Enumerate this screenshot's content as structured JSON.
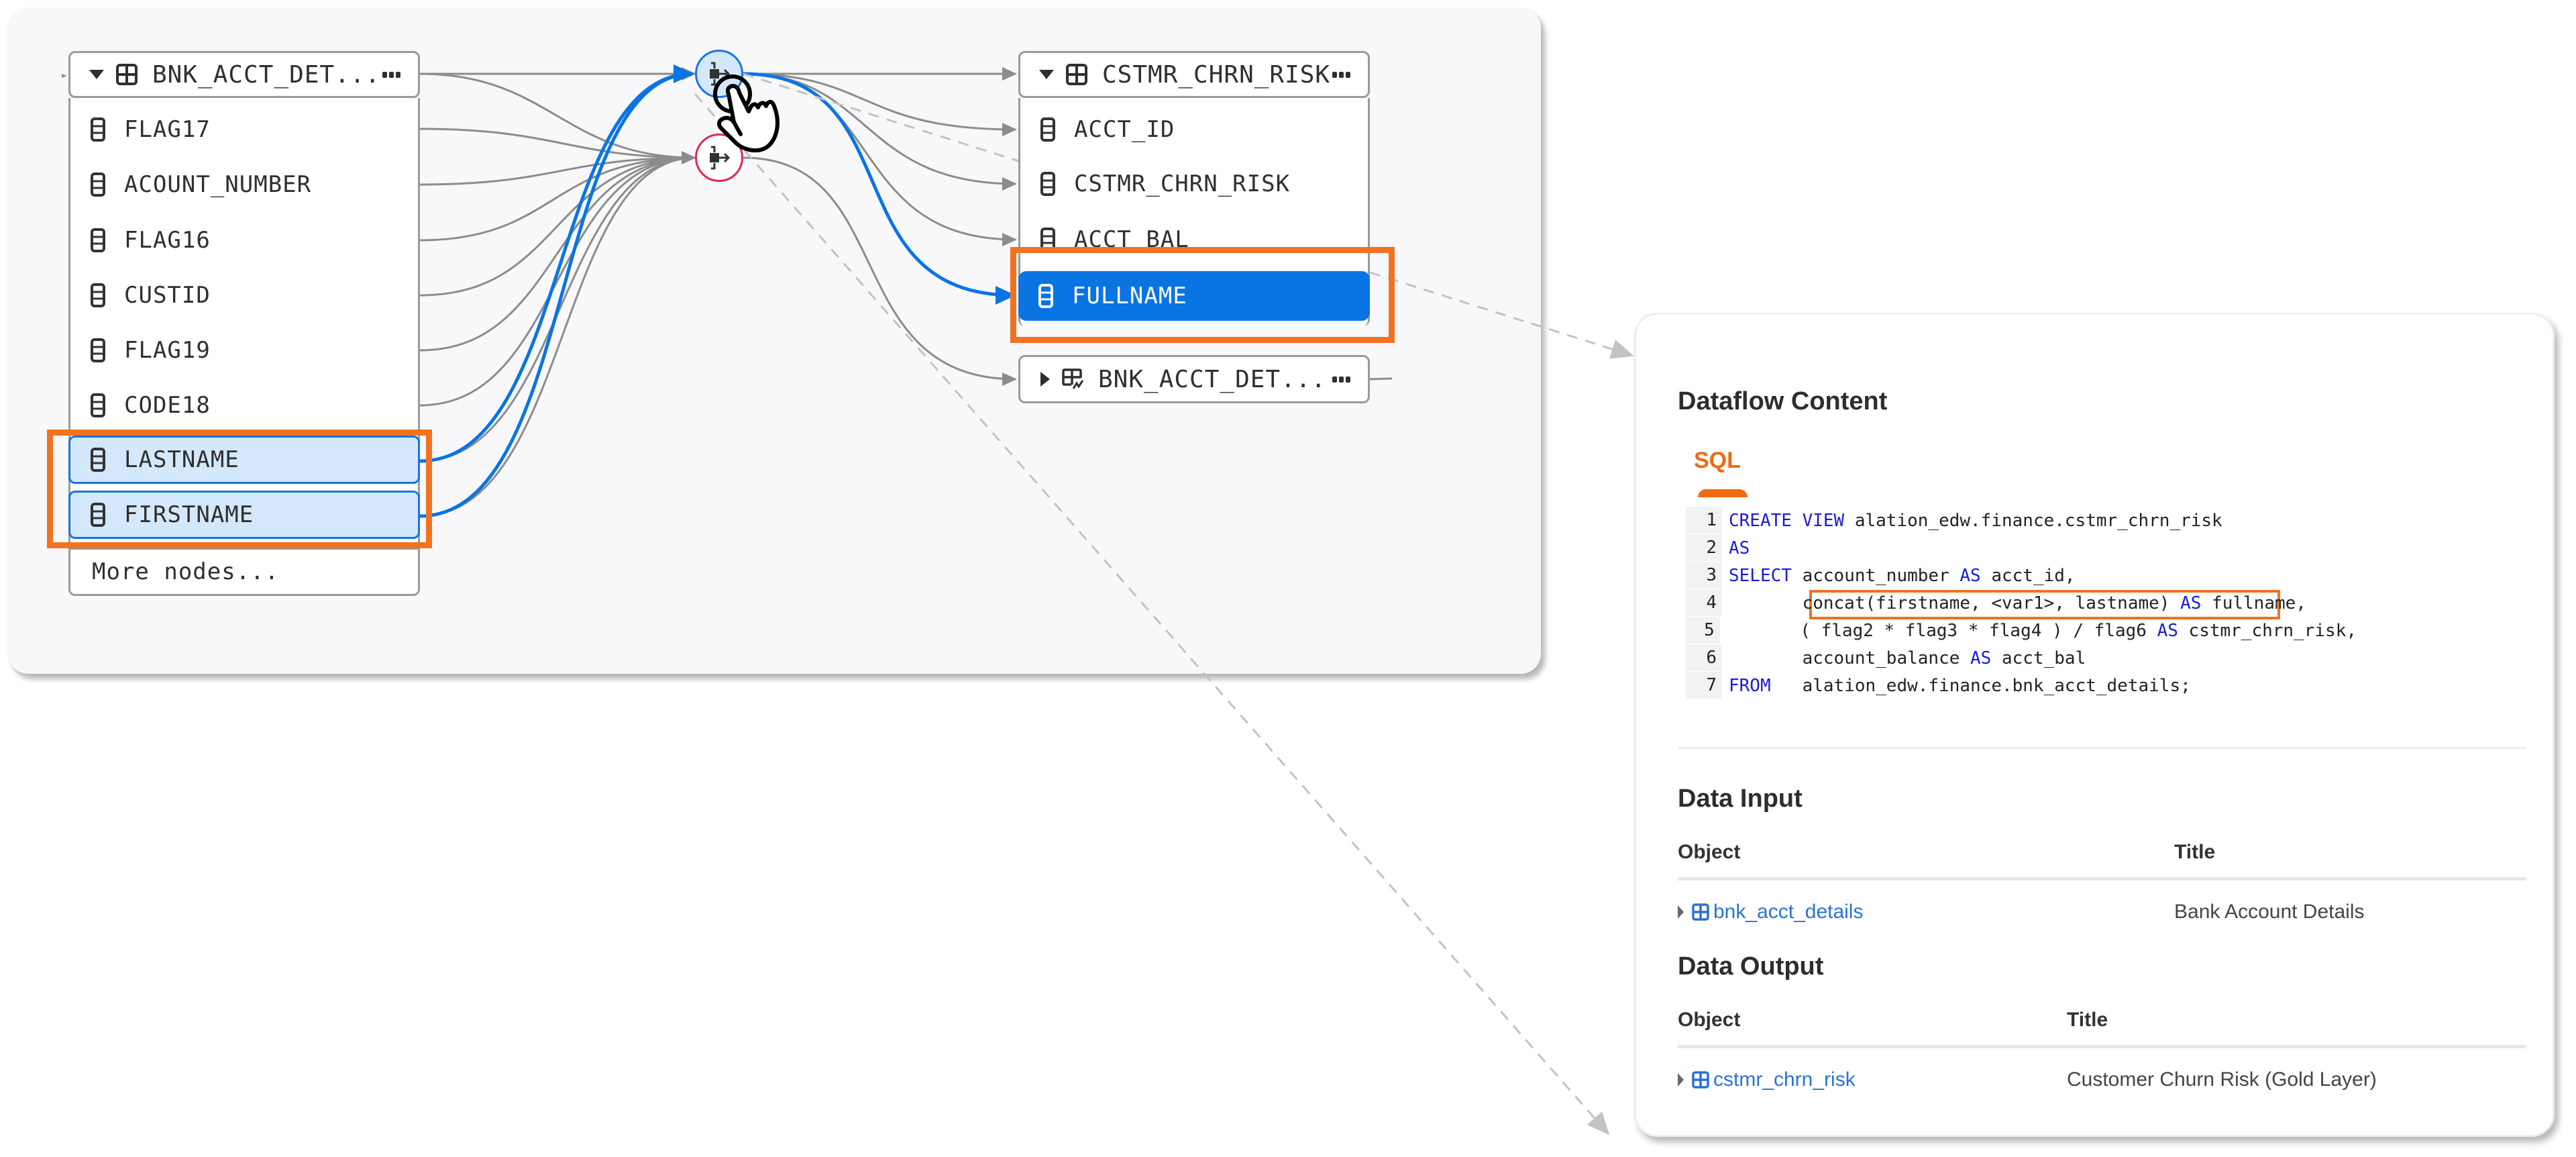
{
  "lineage": {
    "source_table": {
      "name": "BNK_ACCT_DET...",
      "icon": "table-icon",
      "expanded": true,
      "columns": [
        "FLAG17",
        "ACOUNT_NUMBER",
        "FLAG16",
        "CUSTID",
        "FLAG19",
        "CODE18",
        "LASTNAME",
        "FIRSTNAME"
      ],
      "selected_columns": [
        "LASTNAME",
        "FIRSTNAME"
      ],
      "more_label": "More nodes..."
    },
    "transforms": [
      {
        "name": "dataflow-transform",
        "state": "active",
        "icon": "dataflow-icon"
      },
      {
        "name": "dataflow-transform",
        "state": "error",
        "icon": "dataflow-icon"
      }
    ],
    "target_table": {
      "name": "CSTMR_CHRN_RISK",
      "icon": "table-icon",
      "expanded": true,
      "columns": [
        "ACCT_ID",
        "CSTMR_CHRN_RISK",
        "ACCT_BAL",
        "FULLNAME"
      ],
      "selected_column": "FULLNAME"
    },
    "downstream_table": {
      "name": "BNK_ACCT_DET...",
      "icon": "table-lineage-icon",
      "expanded": false
    },
    "colors": {
      "highlight_edge": "#0a74e3",
      "edge": "#8c8c8c",
      "annotation": "#f07222",
      "error_ring": "#e0284a"
    }
  },
  "detail_panel": {
    "title": "Dataflow Content",
    "tab": "SQL",
    "sql_lines": [
      {
        "n": "1",
        "tokens": [
          {
            "t": "CREATE VIEW",
            "kw": true
          },
          {
            "t": " alation_edw.finance.cstmr_chrn_risk"
          }
        ]
      },
      {
        "n": "2",
        "tokens": [
          {
            "t": "AS",
            "kw": true
          }
        ]
      },
      {
        "n": "3",
        "tokens": [
          {
            "t": "SELECT",
            "kw": true
          },
          {
            "t": " account_number "
          },
          {
            "t": "AS",
            "kw": true
          },
          {
            "t": " acct_id,"
          }
        ]
      },
      {
        "n": "4",
        "tokens": [
          {
            "t": "       concat(firstname, <var1>, lastname) "
          },
          {
            "t": "AS",
            "kw": true
          },
          {
            "t": " fullname,"
          }
        ]
      },
      {
        "n": "5",
        "tokens": [
          {
            "t": "       ( flag2 * flag3 * flag4 ) / flag6 "
          },
          {
            "t": "AS",
            "kw": true
          },
          {
            "t": " cstmr_chrn_risk,"
          }
        ]
      },
      {
        "n": "6",
        "tokens": [
          {
            "t": "       account_balance "
          },
          {
            "t": "AS",
            "kw": true
          },
          {
            "t": " acct_bal"
          }
        ]
      },
      {
        "n": "7",
        "tokens": [
          {
            "t": "FROM",
            "kw": true
          },
          {
            "t": "   alation_edw.finance.bnk_acct_details;"
          }
        ]
      }
    ],
    "data_input": {
      "title": "Data Input",
      "columns": [
        "Object",
        "Title"
      ],
      "rows": [
        {
          "object": "bnk_acct_details",
          "title": "Bank Account Details"
        }
      ]
    },
    "data_output": {
      "title": "Data Output",
      "columns": [
        "Object",
        "Title"
      ],
      "rows": [
        {
          "object": "cstmr_chrn_risk",
          "title": "Customer Churn Risk (Gold Layer)"
        }
      ]
    }
  }
}
